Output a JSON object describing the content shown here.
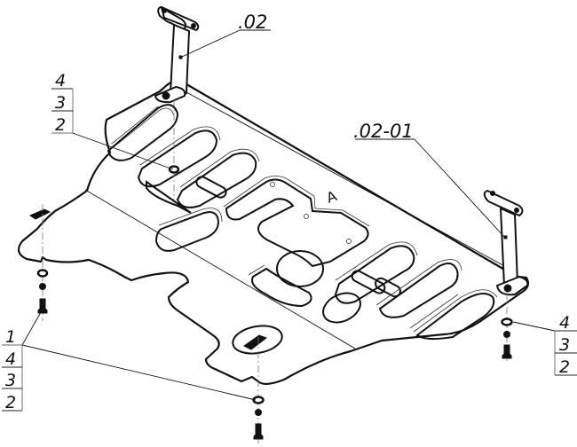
{
  "drawing": {
    "title": "Underbody skid plate assembly (exploded isometric view)",
    "callouts": {
      "bracket_front": ".02",
      "bracket_rear": ".02-01",
      "plate_mark": "A"
    },
    "stack_left_upper": [
      "4",
      "3",
      "2"
    ],
    "stack_right": [
      "4",
      "3",
      "2"
    ],
    "stack_left_lower": [
      "1",
      "4",
      "3",
      "2"
    ]
  },
  "colors": {
    "line": "#111111",
    "table_line": "#888888",
    "center_line": "#777777",
    "background": "#ffffff"
  }
}
